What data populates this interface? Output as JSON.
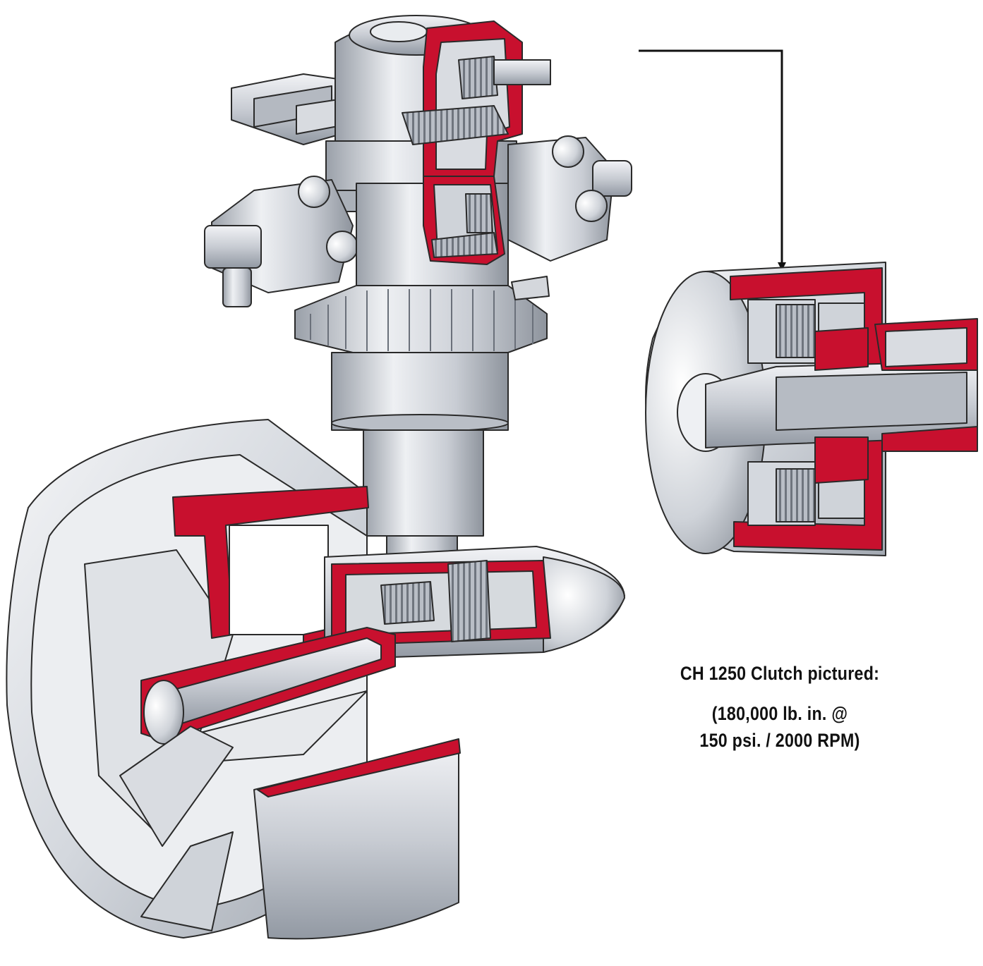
{
  "caption": {
    "title": "CH 1250 Clutch pictured:",
    "line1": "(180,000 lb. in. @",
    "line2": "150 psi. / 2000 RPM)"
  },
  "colors": {
    "cutaway": "#c8102e",
    "metal_light": "#e6e9ee",
    "metal_mid": "#c4c9d1",
    "metal_dark": "#8f959e",
    "outline": "#2a2a2a"
  },
  "icons": [
    "thruster-cutaway-illustration",
    "clutch-cutaway-detail",
    "callout-arrow"
  ]
}
